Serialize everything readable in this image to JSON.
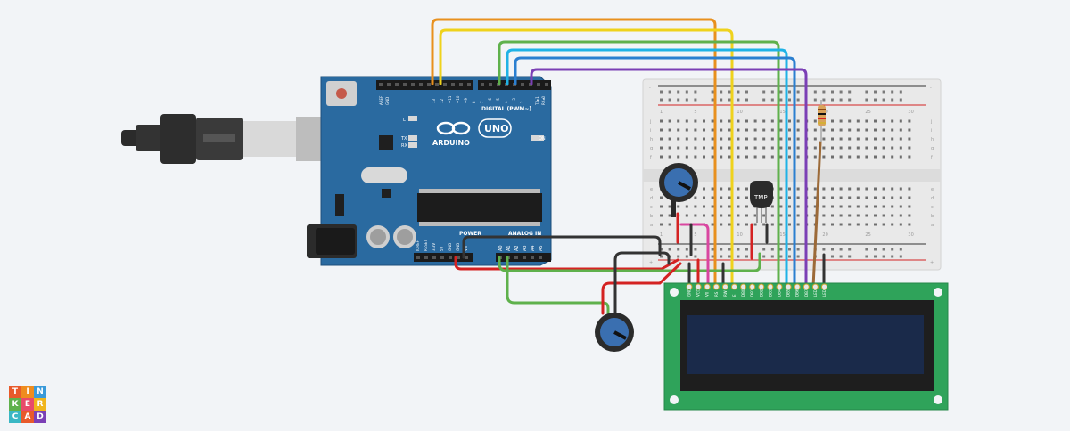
{
  "arduino": {
    "labels": {
      "aref": "AREF",
      "gnd": "GND",
      "digital": "DIGITAL (PWM~)",
      "brand": "ARDUINO",
      "model": "UNO",
      "on": "ON",
      "l": "L",
      "tx": "TX",
      "rx": "RX",
      "power": "POWER",
      "analog_in": "ANALOG IN",
      "txpin": "TX▸1",
      "rxpin": "RX◂0"
    },
    "digital_pins": [
      "13",
      "12",
      "~11",
      "~10",
      "~9",
      "8",
      "7",
      "~6",
      "~5",
      "4",
      "~3",
      "2"
    ],
    "power_pins": [
      "IOREF",
      "RESET",
      "3.3V",
      "5V",
      "GND",
      "GND",
      "Vin"
    ],
    "analog_pins": [
      "A0",
      "A1",
      "A2",
      "A3",
      "A4",
      "A5"
    ]
  },
  "breadboard": {
    "row_letters": [
      "j",
      "i",
      "h",
      "g",
      "f",
      "e",
      "d",
      "c",
      "b",
      "a"
    ],
    "col_numbers": [
      "1",
      "5",
      "10",
      "15",
      "20",
      "25",
      "30"
    ],
    "rail_plus": "+",
    "rail_minus": "-"
  },
  "sensor": {
    "label": "TMP"
  },
  "lcd": {
    "pin_labels": [
      "GND",
      "VCC",
      "V0",
      "RS",
      "RW",
      "E",
      "DB0",
      "DB1",
      "DB2",
      "DB3",
      "DB4",
      "DB5",
      "DB6",
      "DB7",
      "LED",
      "LED"
    ]
  },
  "logo": {
    "letters": [
      "T",
      "I",
      "N",
      "K",
      "E",
      "R",
      "C",
      "A",
      "D"
    ]
  },
  "colors": {
    "arduino_board": "#2a6aa0",
    "breadboard": "#e9e9e9",
    "lcd_board": "#2fa35a",
    "lcd_screen": "#1a2a4a",
    "wire_orange": "#e8901e",
    "wire_yellow": "#efd21c",
    "wire_green": "#5fb14c",
    "wire_lightblue": "#1fb2e6",
    "wire_blue": "#2b7fd0",
    "wire_purple": "#7b3fb5",
    "wire_red": "#d42222",
    "wire_black": "#333333",
    "wire_pink": "#d946a0",
    "wire_brown": "#9c6a38",
    "logo": [
      "#e85a2b",
      "#ef8c1e",
      "#3a9ad9",
      "#5fb14c",
      "#e84a6a",
      "#f0b51c",
      "#3ab7c4",
      "#e85a2b",
      "#7b3fb5"
    ]
  }
}
